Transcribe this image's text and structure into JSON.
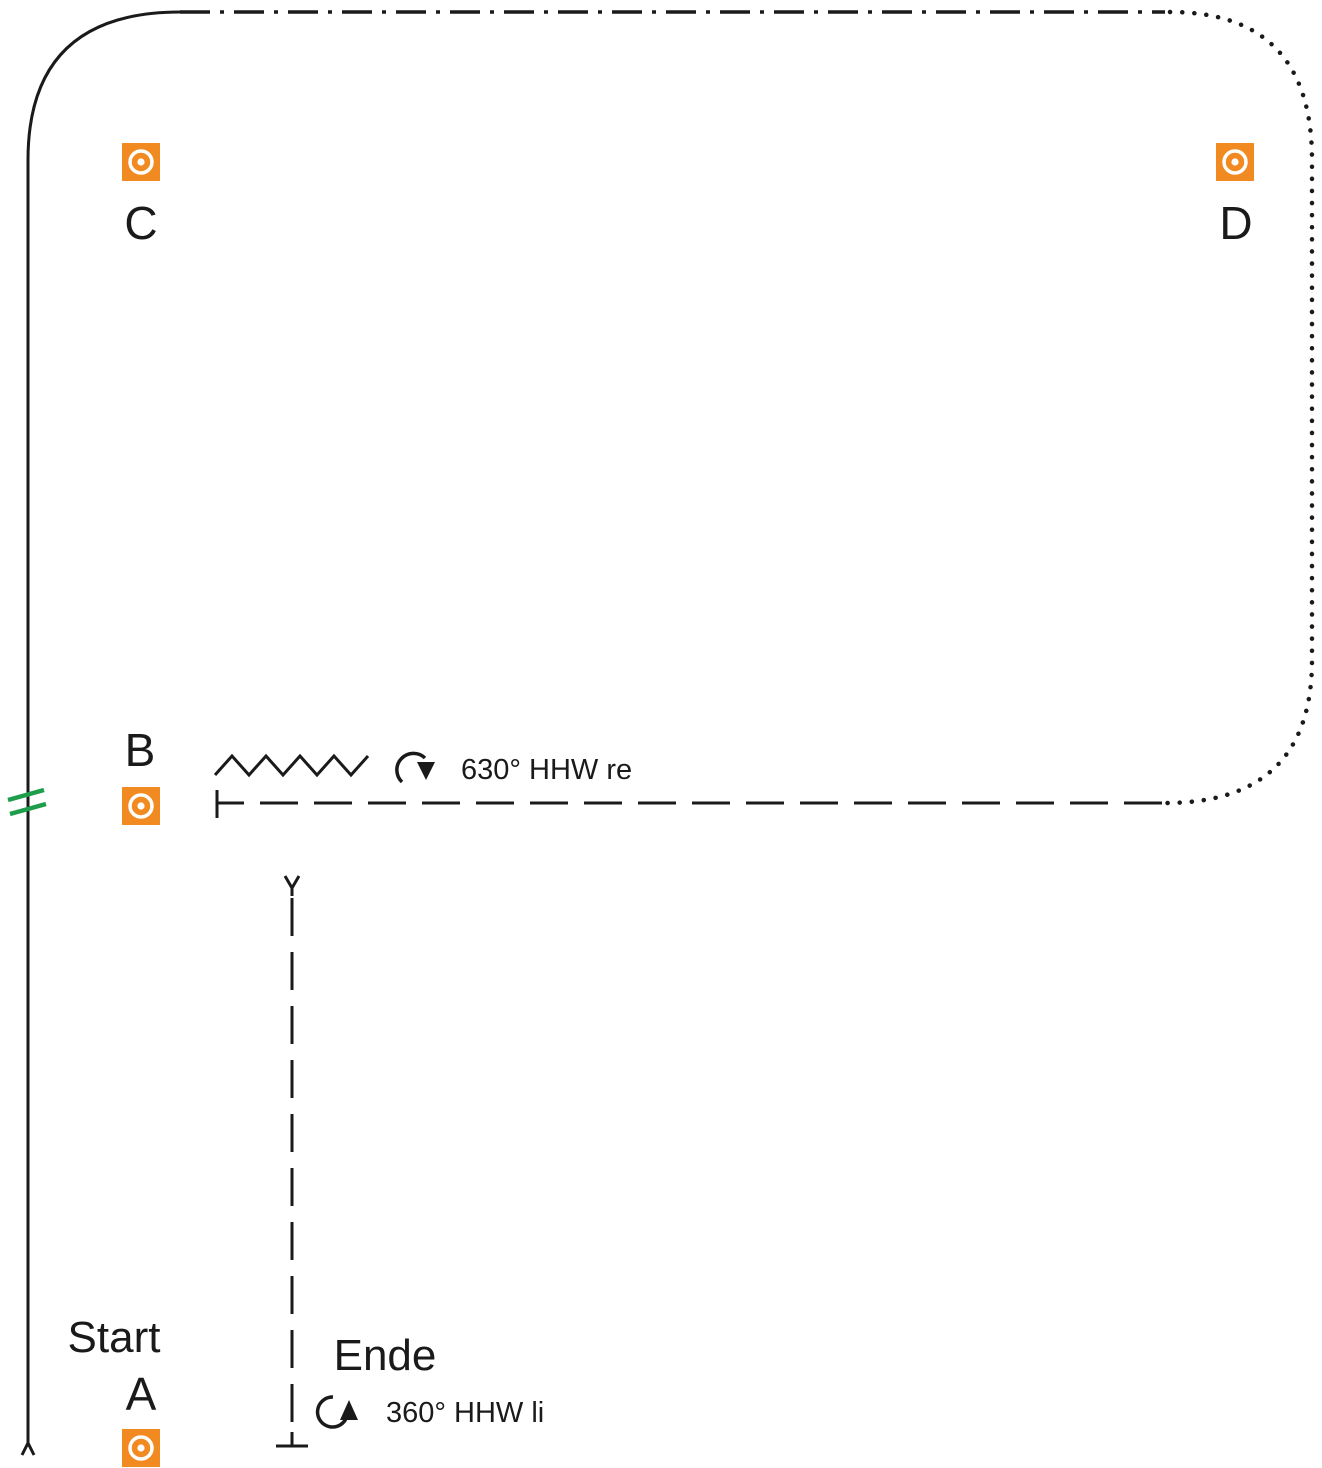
{
  "cones": [
    {
      "id": "A",
      "label": "A"
    },
    {
      "id": "B",
      "label": "B"
    },
    {
      "id": "C",
      "label": "C"
    },
    {
      "id": "D",
      "label": "D"
    }
  ],
  "start_label": "Start",
  "end_label": "Ende",
  "maneuvers": {
    "right_spin": "630° HHW re",
    "left_spin": "360° HHW li"
  },
  "colors": {
    "cone": "#f28a22",
    "line": "#1a1a1a",
    "marker": "#1e9e4a"
  }
}
